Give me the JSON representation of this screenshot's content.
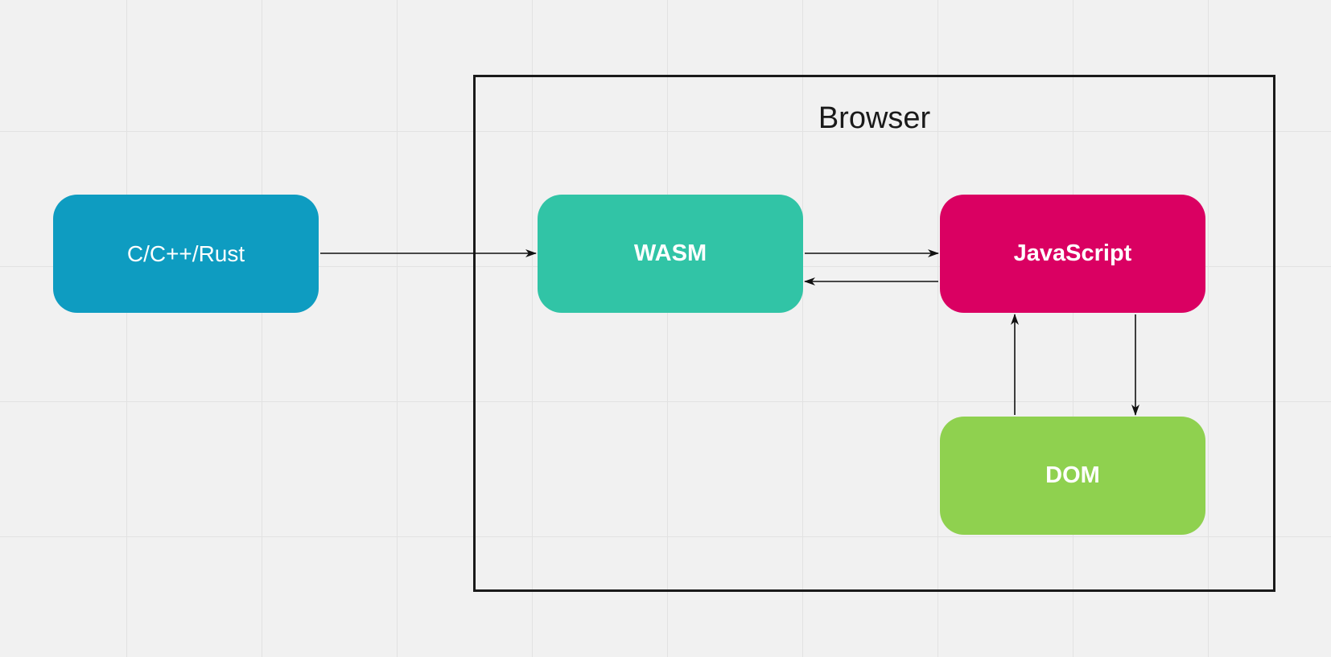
{
  "diagram": {
    "container": {
      "label": "Browser"
    },
    "nodes": {
      "source": {
        "label": "C/C++/Rust",
        "color": "#0e9cc1"
      },
      "wasm": {
        "label": "WASM",
        "color": "#31c4a6"
      },
      "javascript": {
        "label": "JavaScript",
        "color": "#da0062"
      },
      "dom": {
        "label": "DOM",
        "color": "#8fd14f"
      }
    },
    "edges": [
      {
        "from": "C/C++/Rust",
        "to": "WASM"
      },
      {
        "from": "WASM",
        "to": "JavaScript"
      },
      {
        "from": "JavaScript",
        "to": "WASM"
      },
      {
        "from": "JavaScript",
        "to": "DOM"
      },
      {
        "from": "DOM",
        "to": "JavaScript"
      }
    ],
    "colors": {
      "background": "#f1f1f1",
      "grid": "#e2e2e2",
      "edge": "#111111",
      "border": "#1a1a1a"
    }
  }
}
